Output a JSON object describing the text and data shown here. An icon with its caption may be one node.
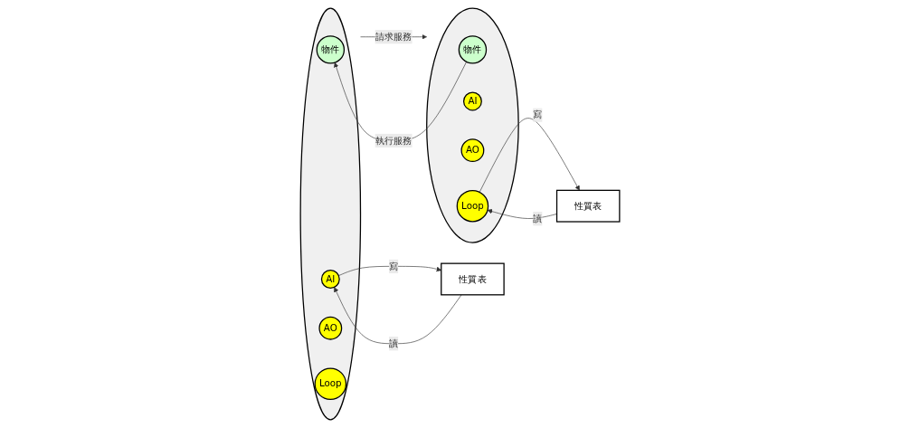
{
  "diagram": {
    "nodes": [
      {
        "text": [],
        "shape": "ellipse"
      },
      {
        "text": [
          "物件"
        ],
        "in": 0
      },
      {
        "text": [
          "AI"
        ],
        "in": 0
      },
      {
        "text": [
          "AO"
        ],
        "in": 0
      },
      {
        "text": [
          "Loop"
        ],
        "in": 0
      },
      {
        "text": [],
        "shape": "ellipse"
      },
      {
        "text": [
          "物件"
        ],
        "in": 5
      },
      {
        "text": [
          "AI"
        ],
        "in": 5
      },
      {
        "text": [
          "AO"
        ],
        "in": 5
      },
      {
        "text": [
          "Loop"
        ],
        "in": 5
      },
      {
        "text": [
          "性質表"
        ]
      },
      {
        "text": [
          "性質表"
        ]
      }
    ],
    "edges": [
      {
        "from": 0,
        "to": 5,
        "arrow": "to",
        "label": "請求服務"
      },
      {
        "from": 6,
        "to": 1,
        "arrow": "to",
        "label": "執行服務"
      },
      {
        "from": 10,
        "to": 2,
        "arrow": "to",
        "label": "讀"
      },
      {
        "from": 2,
        "to": 10,
        "arrow": "to",
        "label": "寫"
      },
      {
        "from": 9,
        "to": 11,
        "arrow": "to",
        "label": "寫"
      },
      {
        "from": 11,
        "to": 9,
        "arrow": "to",
        "label": "讀"
      }
    ]
  }
}
